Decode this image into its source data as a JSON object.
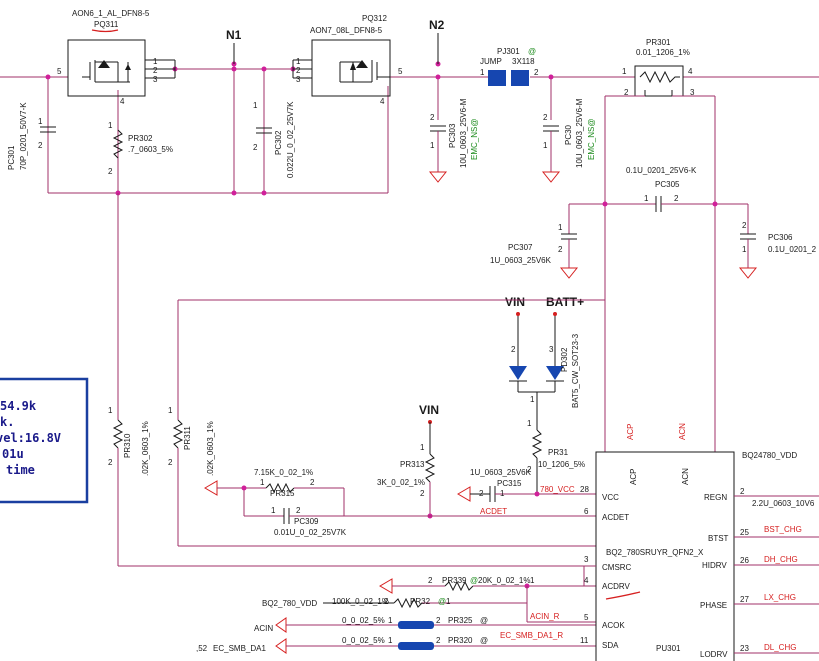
{
  "components": {
    "pq311": {
      "ref": "PQ311",
      "part": "AON6_1_AL_DFN8-5",
      "pins": [
        "5",
        "1",
        "2",
        "3",
        "4"
      ]
    },
    "pq312": {
      "ref": "PQ312",
      "part": "AON7_08L_DFN8-5",
      "pins": [
        "1",
        "2",
        "3",
        "5",
        "4"
      ]
    },
    "pj301": {
      "ref": "PJ301",
      "part": "JUMP",
      "size": "3X118",
      "pins": [
        "1",
        "2"
      ]
    },
    "pr301": {
      "ref": "PR301",
      "value": "0.01_1206_1%",
      "pins": [
        "1",
        "4",
        "2",
        "3"
      ]
    },
    "pc301": {
      "ref": "PC301",
      "value": "70P_0201_50V7-K",
      "pins": [
        "1",
        "2"
      ]
    },
    "pr302": {
      "ref": "PR302",
      "value": ".7_0603_5%",
      "pins": [
        "1",
        "2"
      ]
    },
    "pc302": {
      "ref": "PC302",
      "value": "0.022U_0_02_25V7K",
      "pins": [
        "1",
        "2"
      ]
    },
    "pc303": {
      "ref": "PC303",
      "value": "10U_0603_25V6-M",
      "note": "EMC_NS@",
      "pins": [
        "2",
        "1"
      ]
    },
    "pc30": {
      "ref": "PC30",
      "value": "10U_0603_25V6-M",
      "note": "EMC_NS@",
      "pins": [
        "2",
        "1"
      ]
    },
    "pc305": {
      "ref": "PC305",
      "value": "0.1U_0201_25V6-K",
      "pins": [
        "1",
        "2"
      ]
    },
    "pc307": {
      "ref": "PC307",
      "value": "1U_0603_25V6K",
      "pins": [
        "1",
        "2"
      ]
    },
    "pc306": {
      "ref": "PC306",
      "value": "0.1U_0201_2",
      "pins": [
        "2",
        "1"
      ]
    },
    "pd302": {
      "ref": "PD302",
      "part": "BAT5_CW_SOT23-3",
      "pins": [
        "2",
        "3",
        "1"
      ]
    },
    "pr310": {
      "ref": "PR310",
      "value": ".02K_0603_1%",
      "pins": [
        "1",
        "2"
      ]
    },
    "pr311": {
      "ref": "PR311",
      "value": ".02K_0603_1%",
      "pins": [
        "1",
        "2"
      ]
    },
    "pr313": {
      "ref": "PR313",
      "value": "3K_0_02_1%",
      "pins": [
        "1",
        "2"
      ]
    },
    "pr31": {
      "ref": "PR31",
      "value": "10_1206_5%",
      "pins": [
        "1",
        "2"
      ]
    },
    "pr315": {
      "ref": "PR315",
      "value": "7.15K_0_02_1%",
      "pins": [
        "1",
        "2"
      ]
    },
    "pc309": {
      "ref": "PC309",
      "value": "0.01U_0_02_25V7K",
      "pins": [
        "1",
        "2"
      ]
    },
    "pc315": {
      "ref": "PC315",
      "value": "1U_0603_25V6K",
      "pins": [
        "2",
        "1"
      ]
    },
    "pr339": {
      "ref": "PR339",
      "value": "20K_0_02_1%",
      "pins": [
        "2",
        "1"
      ]
    },
    "pr32": {
      "ref": "PR32",
      "value": "100K_0_02_1%",
      "pins": [
        "2",
        "1"
      ]
    },
    "pr325": {
      "ref": "PR325",
      "value": "0_0_02_5%",
      "pins": [
        "1",
        "2"
      ]
    },
    "pr320": {
      "ref": "PR320",
      "value": "0_0_02_5%",
      "pins": [
        "1",
        "2"
      ]
    },
    "pu301": {
      "ref": "PU301",
      "part": "BQ2_780SRUYR_QFN2_X"
    }
  },
  "nets": {
    "n1": "N1",
    "n2": "N2",
    "vin_top": "VIN",
    "batt": "BATT+",
    "vin_mid": "VIN",
    "acp": "ACP",
    "acn": "ACN",
    "vcc780": "780_VCC",
    "acdet": "ACDET",
    "acin_r": "ACIN_R",
    "ec_smb_r": "EC_SMB_DA1_R",
    "bst_chg": "BST_CHG",
    "dh_chg": "DH_CHG",
    "lx_chg": "LX_CHG",
    "dl_chg": "DL_CHG",
    "bq_vdd": "BQ24780_VDD",
    "regn_cap": "2.2U_0603_10V6",
    "bq2_vdd": "BQ2_780_VDD",
    "acin": "ACIN",
    "ec_smb": "EC_SMB_DA1",
    "ec_smb_prefix": ",52"
  },
  "ic_pins": {
    "left": [
      {
        "num": "28",
        "name": "VCC"
      },
      {
        "num": "6",
        "name": "ACDET"
      },
      {
        "num": "3",
        "name": "CMSRC"
      },
      {
        "num": "4",
        "name": "ACDRV"
      },
      {
        "num": "5",
        "name": "ACOK"
      },
      {
        "num": "11",
        "name": "SDA"
      }
    ],
    "top": [
      {
        "name": "ACP"
      },
      {
        "name": "ACN"
      }
    ],
    "right": [
      {
        "num": "2",
        "name": "REGN"
      },
      {
        "num": "25",
        "name": "BTST"
      },
      {
        "num": "26",
        "name": "HIDRV"
      },
      {
        "num": "27",
        "name": "PHASE"
      },
      {
        "num": "23",
        "name": "LODRV"
      }
    ]
  },
  "markers": {
    "at": "@"
  },
  "note_box": {
    "lines": [
      "54.9k",
      "k.",
      "vel:16.8V",
      "01u",
      "time"
    ]
  },
  "colors": {
    "wire": "#a0306a",
    "net_label": "#d62020",
    "pin_symbol": "#1a8a1a",
    "jumper": "#1646b0",
    "note_box": "#1a1a8a"
  }
}
